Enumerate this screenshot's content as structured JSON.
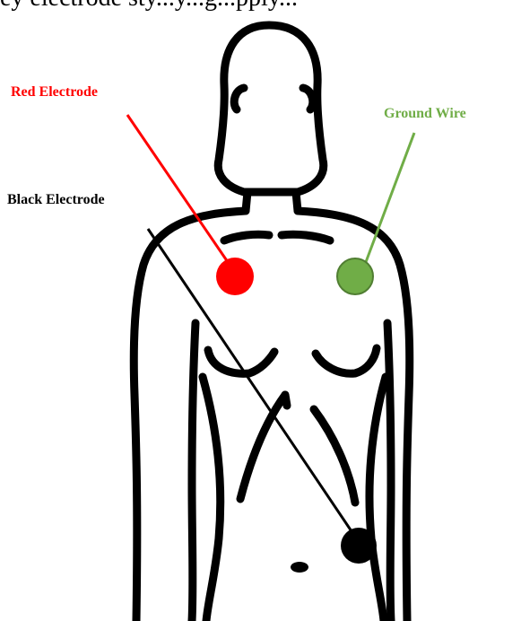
{
  "top_text": "ey electrode sty...y...g...pply...",
  "labels": {
    "red": "Red Electrode",
    "ground": "Ground Wire",
    "black": "Black Electrode"
  },
  "colors": {
    "red": "#ff0000",
    "ground": "#70ad47",
    "black": "#000000"
  }
}
